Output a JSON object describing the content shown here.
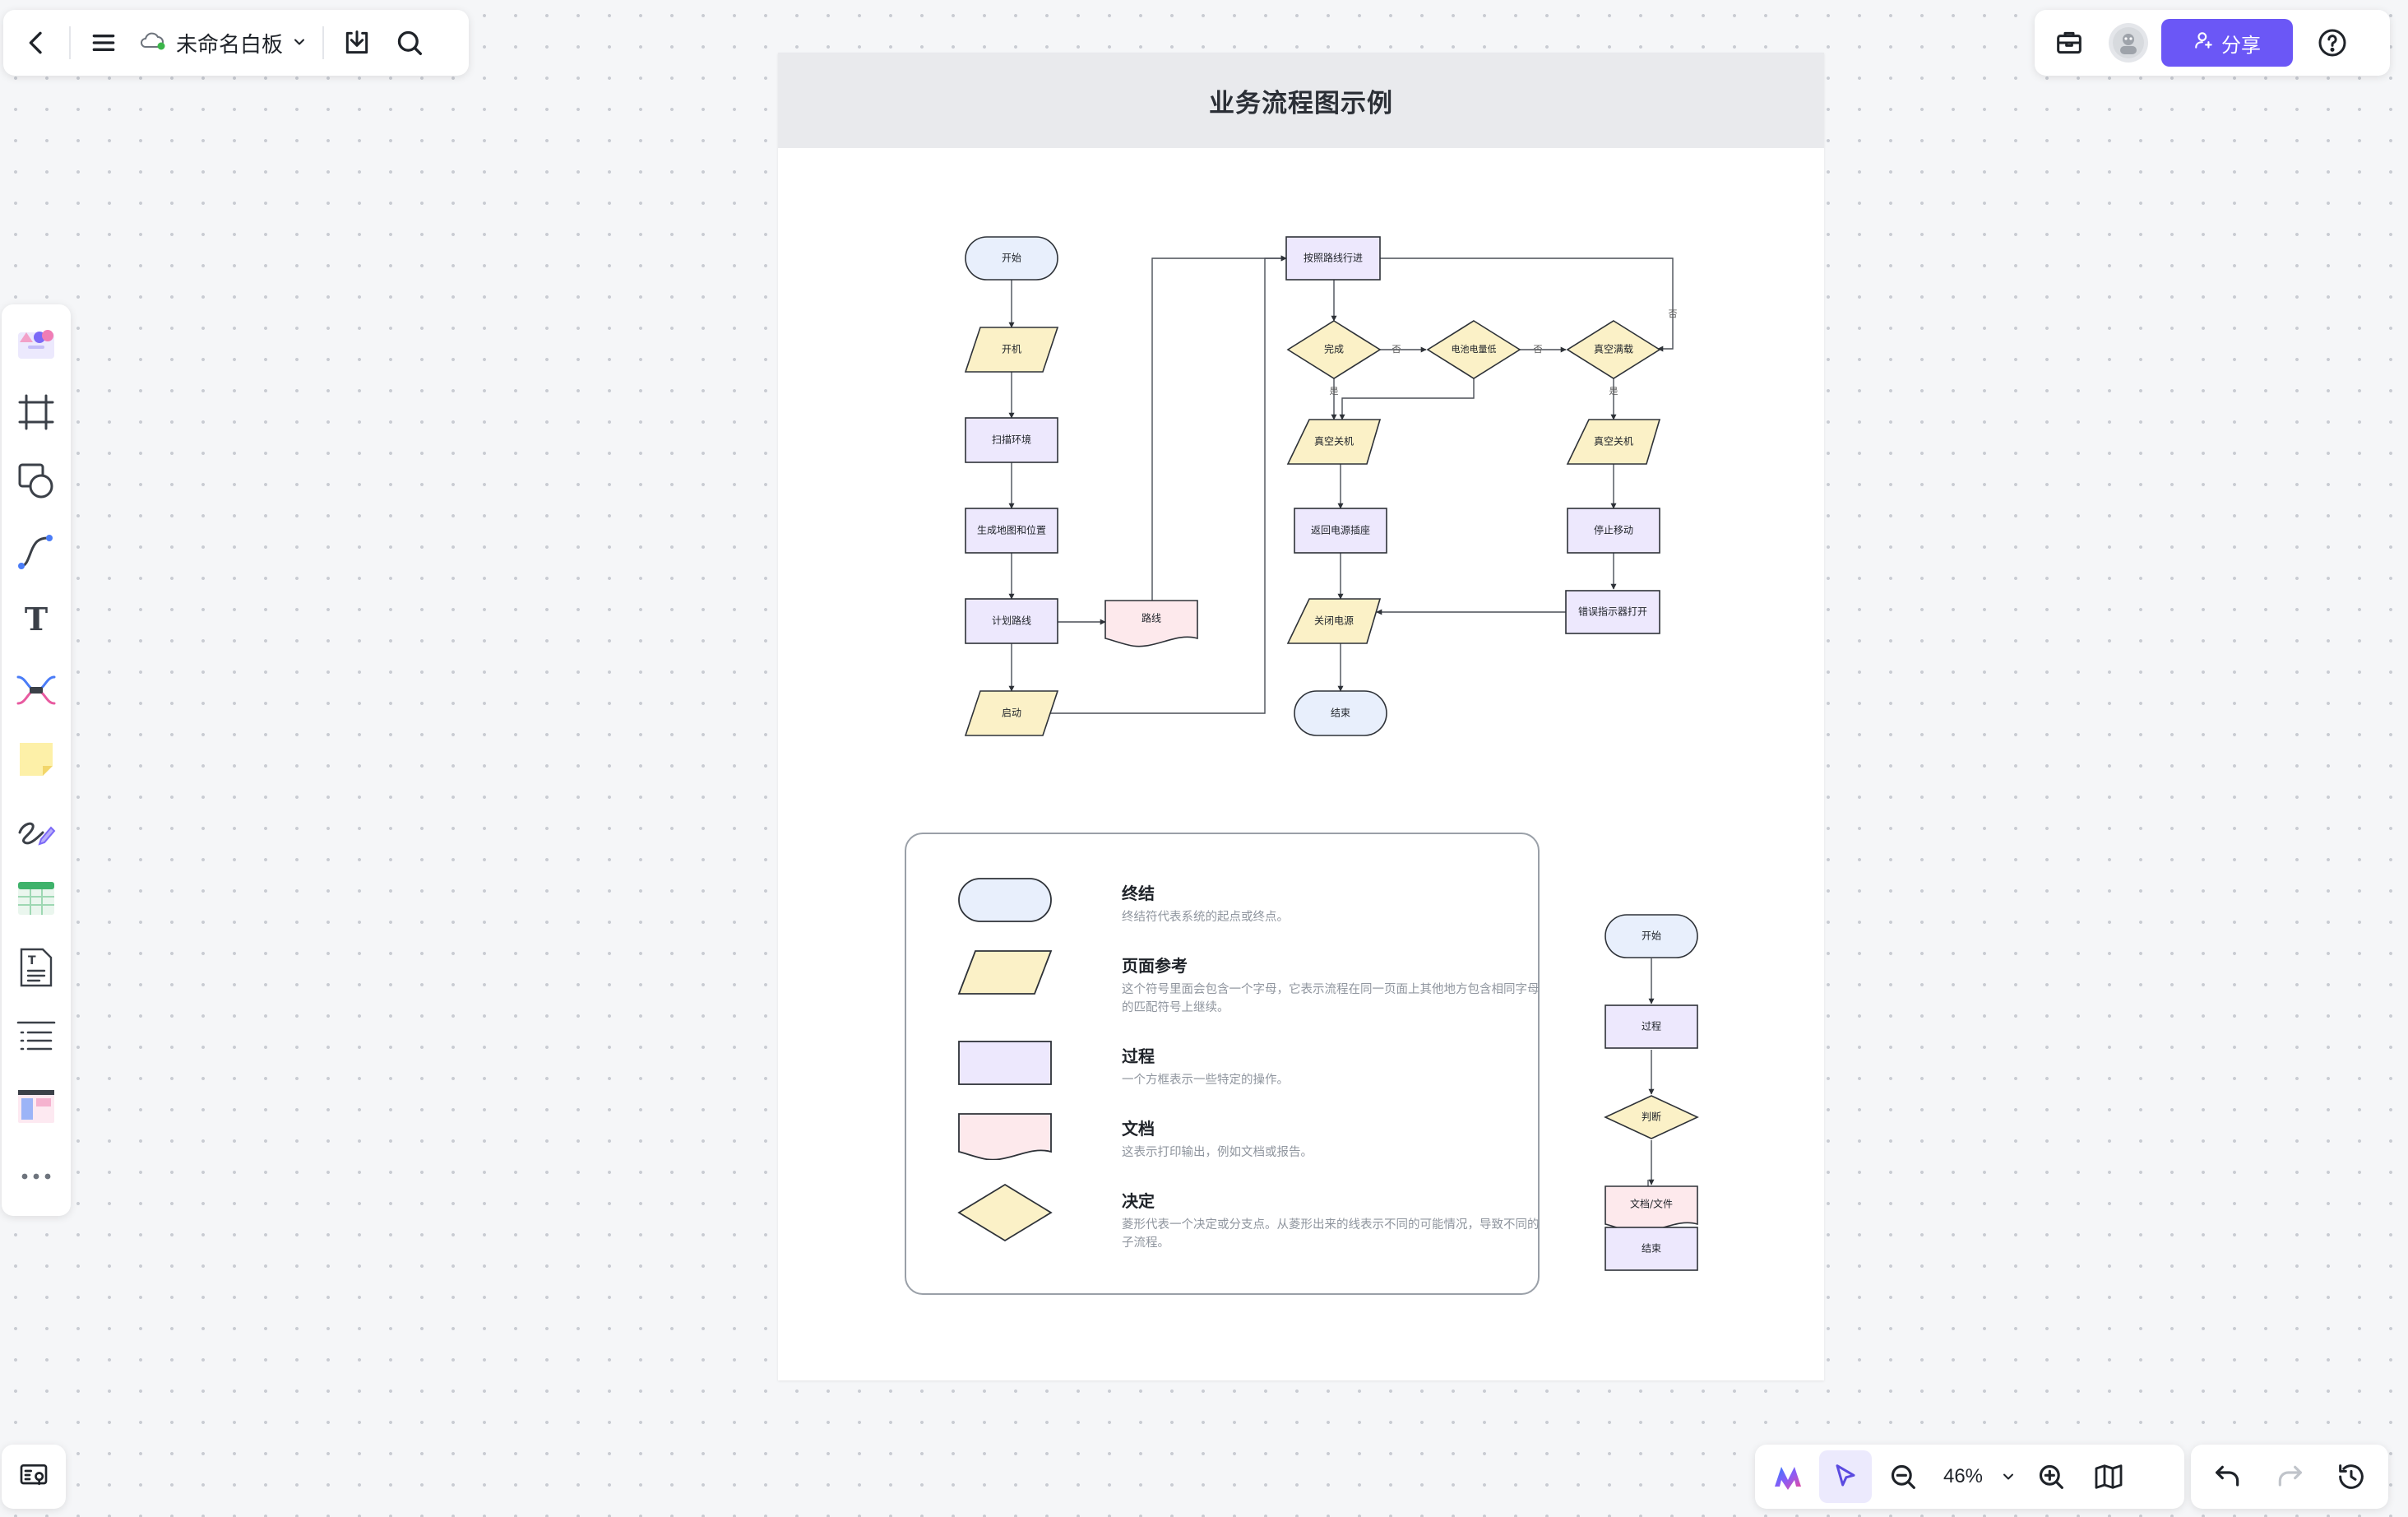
{
  "topbar": {
    "board_title": "未命名白板",
    "icons": [
      "back-icon",
      "menu-icon",
      "cloud-sync-icon",
      "chevron-down-icon",
      "download-icon",
      "search-icon"
    ]
  },
  "header_right": {
    "share_label": "分享",
    "icons": [
      "toolbox-icon",
      "avatar",
      "user-plus-icon",
      "help-icon"
    ]
  },
  "left_toolbar": {
    "tools": [
      "template-icon",
      "frame-icon",
      "shape-icon",
      "connector-icon",
      "text-icon",
      "mindmap-icon",
      "sticky-note-icon",
      "pen-icon",
      "table-icon",
      "text-card-icon",
      "list-icon",
      "layout-icon",
      "more-icon"
    ]
  },
  "bottom_toolbar": {
    "zoom": "46%",
    "icons": [
      "ai-logo-icon",
      "select-pointer-icon",
      "zoom-out-icon",
      "chevron-down-icon",
      "zoom-in-icon",
      "map-icon",
      "undo-icon",
      "redo-icon",
      "history-icon",
      "outline-icon"
    ]
  },
  "doc": {
    "title": "业务流程图示例",
    "nodes": {
      "start": "开始",
      "power_on": "开机",
      "scan": "扫描环境",
      "generate_map": "生成地图和位置",
      "plan_route": "计划路线",
      "route_doc": "路线",
      "launch": "启动",
      "follow_route": "按照路线行进",
      "done": "完成",
      "battery_low": "电池电量低",
      "vacuum_full": "真空满载",
      "vacuum_off_left": "真空关机",
      "vacuum_off_right": "真空关机",
      "return_dock": "返回电源插座",
      "stop_move": "停止移动",
      "power_off": "关闭电源",
      "error_light": "错误指示器打开",
      "end": "结束"
    },
    "edges": {
      "no_1": "否",
      "no_2": "否",
      "no_3": "否",
      "yes_1": "是",
      "yes_2": "是"
    },
    "mini_flow": {
      "start": "开始",
      "process": "过程",
      "decision": "判断",
      "document": "文档/文件",
      "end": "结束"
    },
    "legend": [
      {
        "title": "终结",
        "desc": "终结符代表系统的起点或终点。"
      },
      {
        "title": "页面参考",
        "desc": "这个符号里面会包含一个字母，它表示流程在同一页面上其他地方包含相同字母的匹配符号上继续。"
      },
      {
        "title": "过程",
        "desc": "一个方框表示一些特定的操作。"
      },
      {
        "title": "文档",
        "desc": "这表示打印输出，例如文档或报告。"
      },
      {
        "title": "决定",
        "desc": "菱形代表一个决定或分支点。从菱形出来的线表示不同的可能情况，导致不同的子流程。"
      }
    ]
  },
  "colors": {
    "terminal_fill": "#e8effc",
    "io_fill": "#fbf1c7",
    "process_fill": "#ede8fd",
    "document_fill": "#fde9ec",
    "decision_fill": "#fbf1c7",
    "stroke": "#2e3238",
    "accent": "#6b57f6"
  }
}
